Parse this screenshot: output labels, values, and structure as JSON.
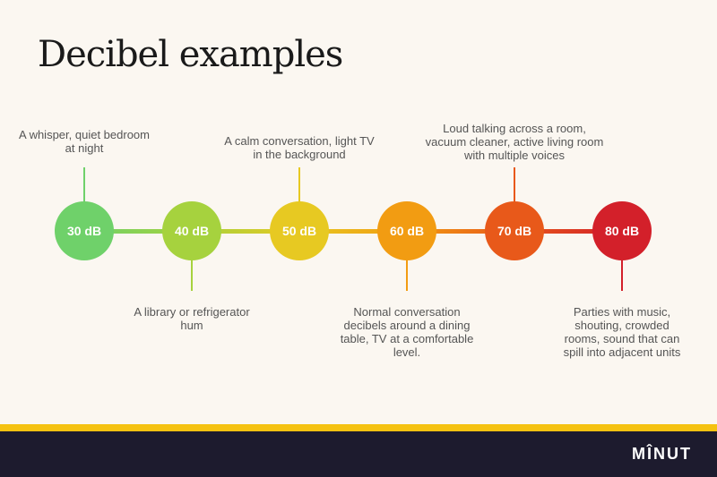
{
  "title": "Decibel examples",
  "brand": "MÎNUT",
  "levels": [
    {
      "label": "30 dB",
      "description": "A whisper, quiet bedroom at night",
      "color": "#6fd16a"
    },
    {
      "label": "40 dB",
      "description": "A library or refrigerator hum",
      "color": "#a6d23e"
    },
    {
      "label": "50 dB",
      "description": "A calm conversation, light TV in the background",
      "color": "#e7c922"
    },
    {
      "label": "60 dB",
      "description": "Normal conversation decibels around a dining table, TV at a comfortable level.",
      "color": "#f29c12"
    },
    {
      "label": "70 dB",
      "description": "Loud talking across a room, vacuum cleaner, active living room with multiple voices",
      "color": "#e8591a"
    },
    {
      "label": "80 dB",
      "description": "Parties with music, shouting, crowded rooms, sound that can spill into adjacent units",
      "color": "#d3202a"
    }
  ],
  "colors": {
    "background": "#fbf7f1",
    "footer": "#1d1b2e",
    "stripe": "#f5c211"
  }
}
